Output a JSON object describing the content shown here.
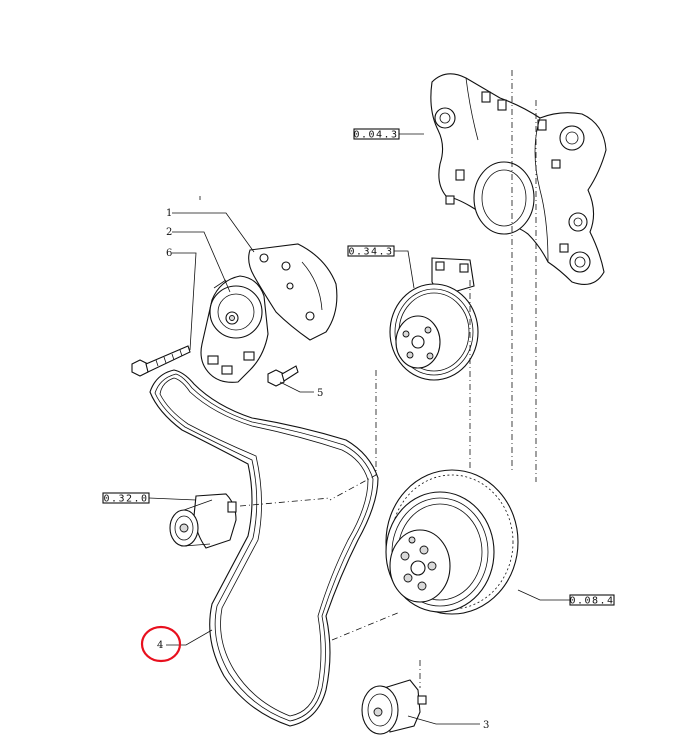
{
  "references": {
    "timing_cover": "0.04.3",
    "water_pump": "0.34.3",
    "idler_pulley": "0.32.0",
    "crankshaft_pulley": "0.08.4"
  },
  "callouts": {
    "bracket": "1",
    "tensioner": "2",
    "idler_roller": "3",
    "belt": "4",
    "bolt_short": "5",
    "bolt_long": "6"
  },
  "highlight": {
    "color": "#e8101e",
    "target": "4"
  }
}
